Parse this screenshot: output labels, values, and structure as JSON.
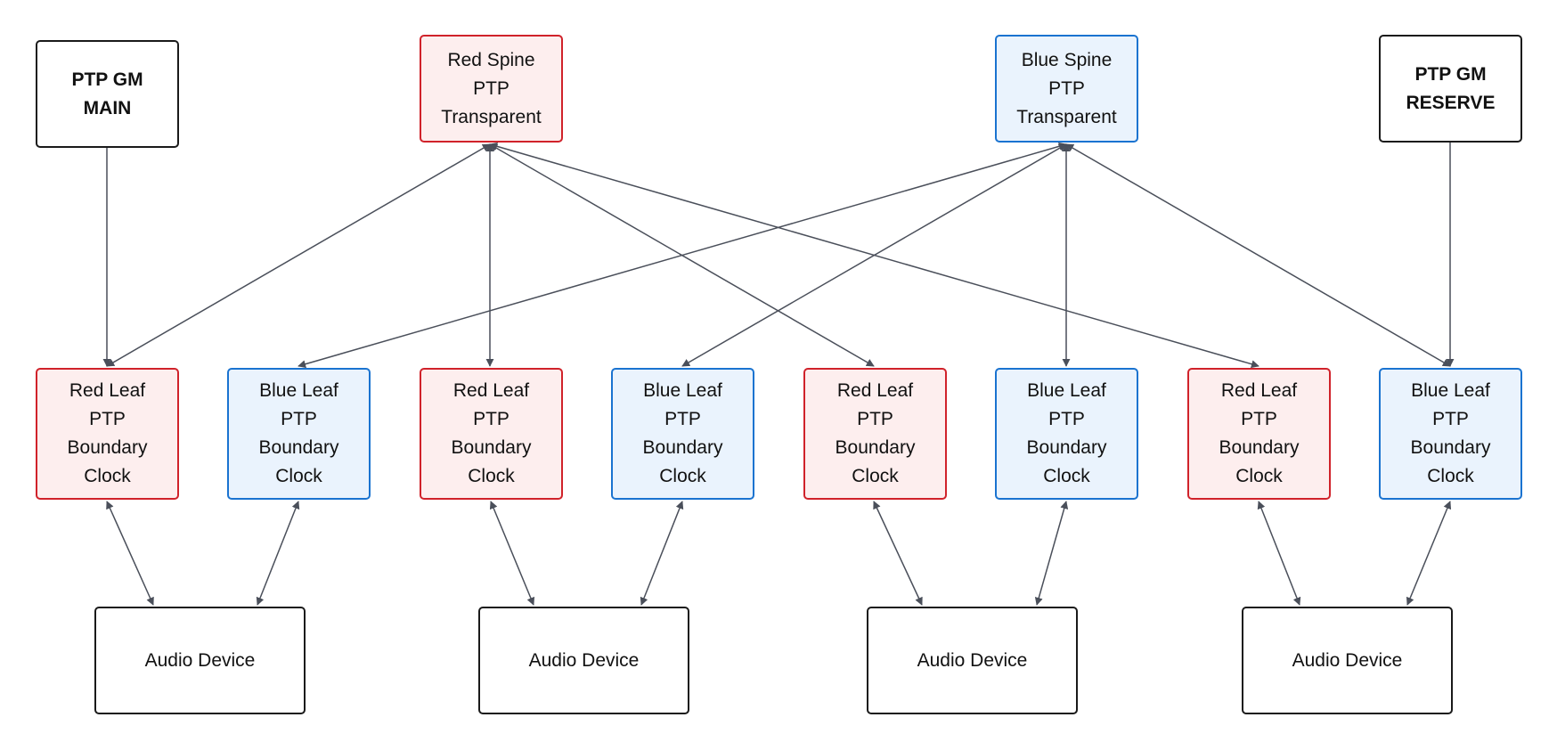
{
  "nodes": {
    "gm_main": "PTP GM\nMAIN",
    "gm_reserve": "PTP GM\nRESERVE",
    "red_spine": "Red Spine\nPTP\nTransparent",
    "blue_spine": "Blue Spine\nPTP\nTransparent",
    "leaf_red_1": "Red Leaf\nPTP\nBoundary\nClock",
    "leaf_blue_1": "Blue Leaf\nPTP\nBoundary\nClock",
    "leaf_red_2": "Red Leaf\nPTP\nBoundary\nClock",
    "leaf_blue_2": "Blue Leaf\nPTP\nBoundary\nClock",
    "leaf_red_3": "Red Leaf\nPTP\nBoundary\nClock",
    "leaf_blue_3": "Blue Leaf\nPTP\nBoundary\nClock",
    "leaf_red_4": "Red Leaf\nPTP\nBoundary\nClock",
    "leaf_blue_4": "Blue Leaf\nPTP\nBoundary\nClock",
    "audio_1": "Audio Device",
    "audio_2": "Audio Device",
    "audio_3": "Audio Device",
    "audio_4": "Audio Device"
  },
  "colors": {
    "red_border": "#d0222a",
    "red_fill": "#fdeeee",
    "blue_border": "#1a73d0",
    "blue_fill": "#eaf3fd",
    "edge": "#4a4f5a"
  },
  "edges": [
    {
      "from": "gm_main",
      "to": "leaf_red_1",
      "direction": "forward"
    },
    {
      "from": "gm_reserve",
      "to": "leaf_blue_4",
      "direction": "forward"
    },
    {
      "from": "red_spine",
      "to": "leaf_red_1",
      "direction": "both"
    },
    {
      "from": "red_spine",
      "to": "leaf_red_2",
      "direction": "both"
    },
    {
      "from": "red_spine",
      "to": "leaf_red_3",
      "direction": "both"
    },
    {
      "from": "red_spine",
      "to": "leaf_red_4",
      "direction": "both"
    },
    {
      "from": "blue_spine",
      "to": "leaf_blue_1",
      "direction": "both"
    },
    {
      "from": "blue_spine",
      "to": "leaf_blue_2",
      "direction": "both"
    },
    {
      "from": "blue_spine",
      "to": "leaf_blue_3",
      "direction": "both"
    },
    {
      "from": "blue_spine",
      "to": "leaf_blue_4",
      "direction": "both"
    },
    {
      "from": "leaf_red_1",
      "to": "audio_1",
      "direction": "both"
    },
    {
      "from": "leaf_blue_1",
      "to": "audio_1",
      "direction": "both"
    },
    {
      "from": "leaf_red_2",
      "to": "audio_2",
      "direction": "both"
    },
    {
      "from": "leaf_blue_2",
      "to": "audio_2",
      "direction": "both"
    },
    {
      "from": "leaf_red_3",
      "to": "audio_3",
      "direction": "both"
    },
    {
      "from": "leaf_blue_3",
      "to": "audio_3",
      "direction": "both"
    },
    {
      "from": "leaf_red_4",
      "to": "audio_4",
      "direction": "both"
    },
    {
      "from": "leaf_blue_4",
      "to": "audio_4",
      "direction": "both"
    }
  ]
}
